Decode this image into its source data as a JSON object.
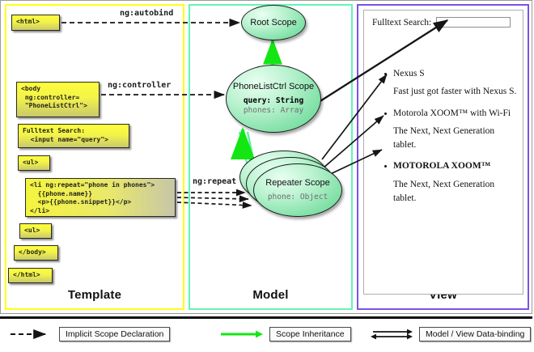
{
  "columns": {
    "template": {
      "label": "Template",
      "border_color": "#ffff14"
    },
    "model": {
      "label": "Model",
      "border_color": "#62f5b4"
    },
    "view": {
      "label": "View",
      "border_color": "#7b52e8"
    }
  },
  "template": {
    "boxes": [
      {
        "id": "html-open",
        "text": "<html>"
      },
      {
        "id": "body-open",
        "text": "<body\n ng:controller=\n \"PhoneListCtrl\">"
      },
      {
        "id": "search",
        "text": "Fulltext Search:\n  <input name=\"query\">"
      },
      {
        "id": "ul-open",
        "text": "<ul>"
      },
      {
        "id": "li-repeat",
        "text": "<li ng:repeat=\"phone in phones\">\n  {{phone.name}}\n  <p>{{phone.snippet}}</p>\n</li>"
      },
      {
        "id": "ul-close",
        "text": "<ul>"
      },
      {
        "id": "body-close",
        "text": "</body>"
      },
      {
        "id": "html-close",
        "text": "</html>"
      }
    ]
  },
  "connectors": {
    "autobind": "ng:autobind",
    "controller": "ng:controller",
    "repeat": "ng:repeat"
  },
  "model": {
    "scopes": [
      {
        "id": "root",
        "title": "Root\nScope",
        "props": []
      },
      {
        "id": "ctrl",
        "title": "PhoneListCtrl\nScope",
        "props": [
          {
            "text": "query: String",
            "style": "bold"
          },
          {
            "text": "phones: Array",
            "style": "dim"
          }
        ]
      },
      {
        "id": "repeater",
        "title": "Repeater\nScope",
        "props": [
          {
            "text": "phone: Object",
            "style": "dim"
          }
        ]
      }
    ]
  },
  "view": {
    "search_label": "Fulltext Search:",
    "search_value": "",
    "search_placeholder": "",
    "items": [
      {
        "name": "Nexus S",
        "caps": false,
        "snippet": "Fast just got faster with Nexus S."
      },
      {
        "name": "Motorola XOOM™  with Wi-Fi",
        "caps": false,
        "snippet": "The Next, Next Generation tablet."
      },
      {
        "name": "MOTOROLA XOOM™",
        "caps": true,
        "snippet": "The Next, Next Generation tablet."
      }
    ]
  },
  "legend": [
    {
      "id": "implicit",
      "label": "Implicit Scope Declaration",
      "arrow": "dashed-black",
      "color": "#111111"
    },
    {
      "id": "inheritance",
      "label": "Scope Inheritance",
      "arrow": "solid-green",
      "color": "#00e000"
    },
    {
      "id": "databinding",
      "label": "Model / View Data-binding",
      "arrow": "double-black",
      "color": "#111111"
    }
  ]
}
